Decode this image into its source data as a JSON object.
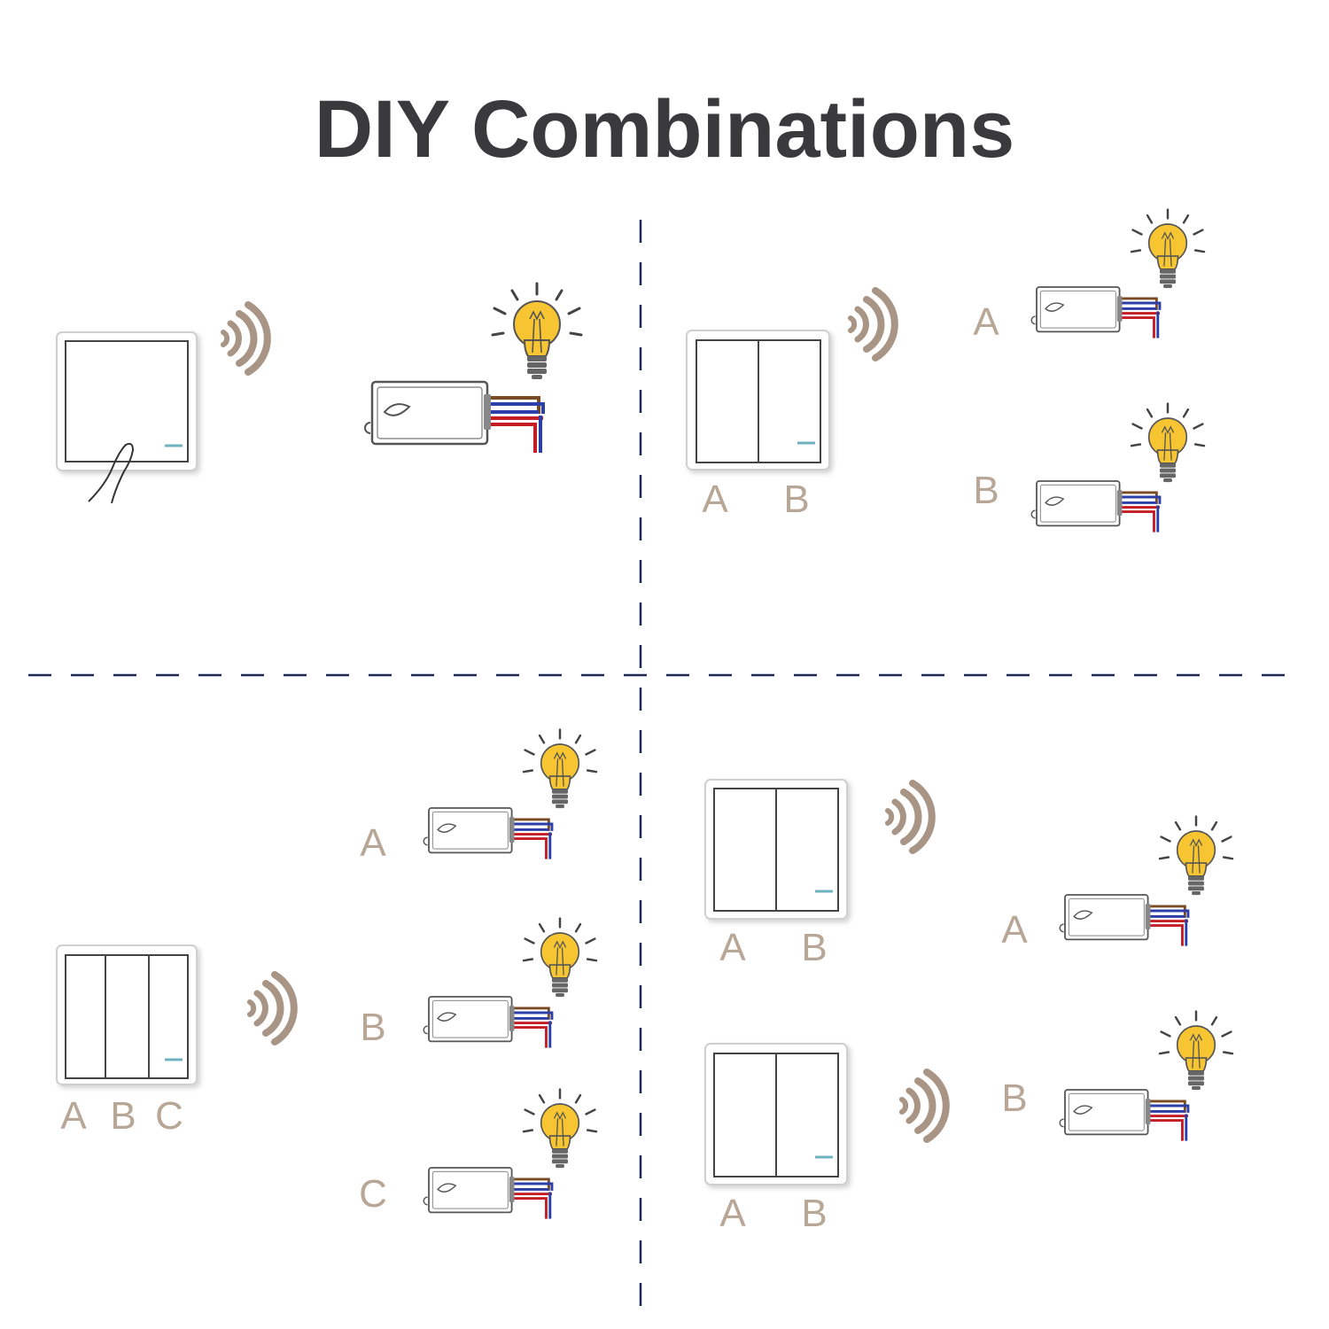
{
  "title": "DIY Combinations",
  "colors": {
    "title": "#3a3a3c",
    "letters": "#b8a696",
    "divider": "#1e2a55",
    "signal": "#a89585",
    "bulb": "#f7c531",
    "wire_brown": "#7a4a22",
    "wire_blue": "#2c3fa8",
    "wire_red": "#c41e24",
    "outline": "#555555"
  },
  "icons": [
    "wall-switch-icon",
    "signal-waves-icon",
    "receiver-module-icon",
    "light-bulb-icon",
    "finger-hand-icon"
  ],
  "q2": {
    "switch_labels": [
      "A",
      "B"
    ],
    "receiver_labels": [
      "A",
      "B"
    ]
  },
  "q3": {
    "switch_labels": [
      "A",
      "B",
      "C"
    ],
    "receiver_labels": [
      "A",
      "B",
      "C"
    ]
  },
  "q4": {
    "switch1_labels": [
      "A",
      "B"
    ],
    "switch2_labels": [
      "A",
      "B"
    ],
    "receiver_labels": [
      "A",
      "B"
    ]
  }
}
